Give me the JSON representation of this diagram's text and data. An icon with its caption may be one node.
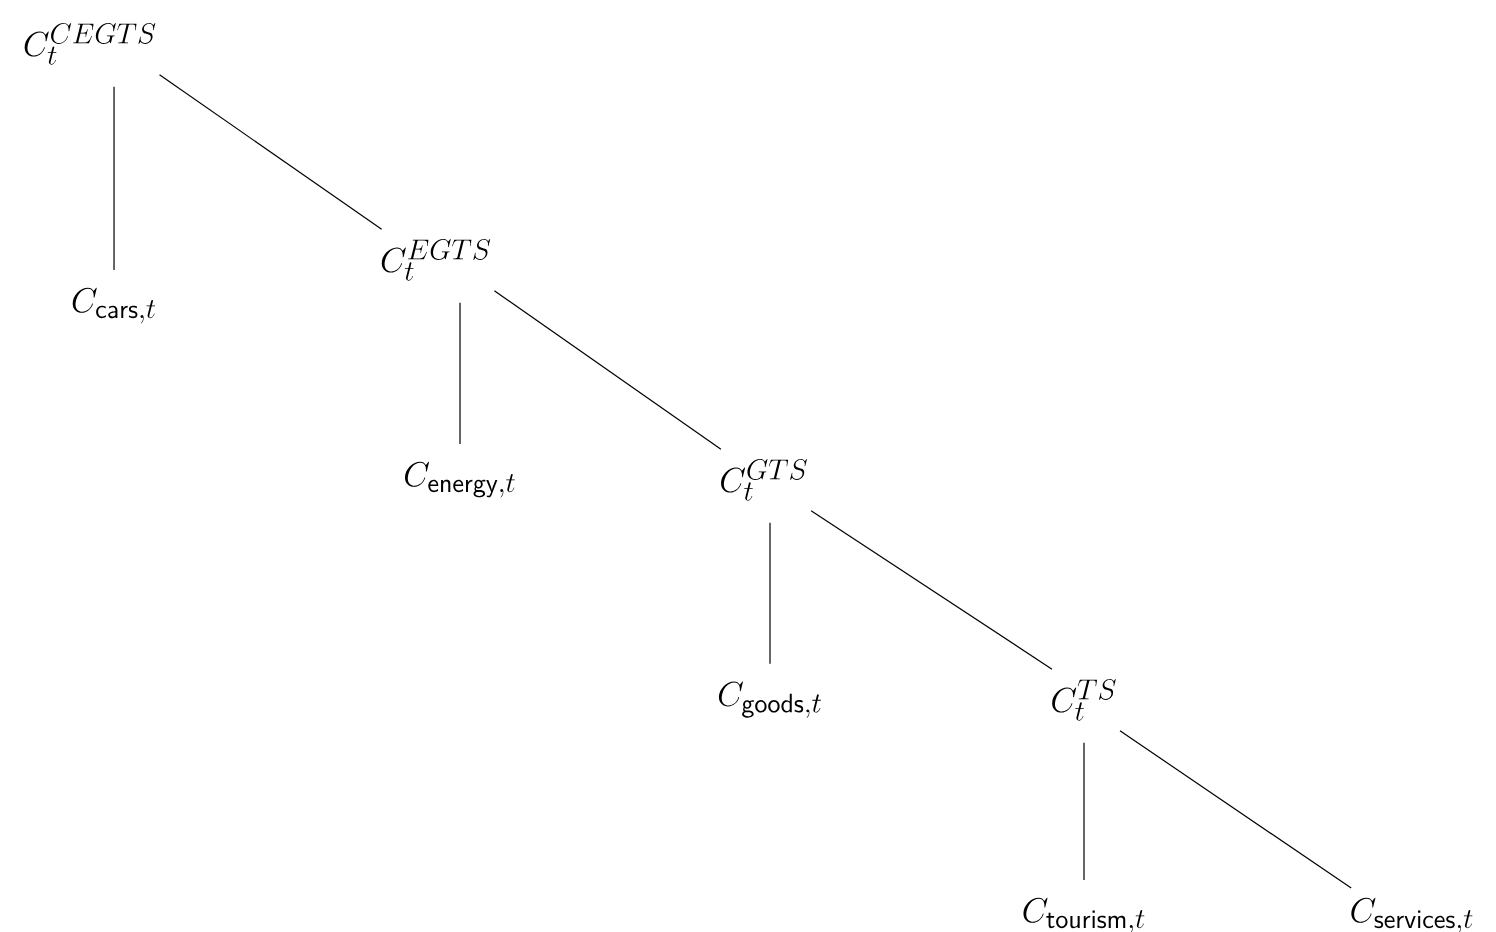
{
  "diagram": {
    "nodes": [
      {
        "text": [
          "C_t^{CEGTS}"
        ]
      },
      {
        "text": [
          "C_{\\mathsf{cars},t}"
        ]
      },
      {
        "text": [
          "C_t^{EGTS}"
        ]
      },
      {
        "text": [
          "C_{\\mathsf{energy},t}"
        ]
      },
      {
        "text": [
          "C_t^{GTS}"
        ]
      },
      {
        "text": [
          "C_{\\mathsf{goods},t}"
        ]
      },
      {
        "text": [
          "C_t^{TS}"
        ]
      },
      {
        "text": [
          "C_{\\mathsf{tourism},t}"
        ]
      },
      {
        "text": [
          "C_{\\mathsf{services},t}"
        ]
      }
    ],
    "edges": [
      {
        "from": 0,
        "to": 1,
        "arrow": "none"
      },
      {
        "from": 0,
        "to": 2,
        "arrow": "none"
      },
      {
        "from": 2,
        "to": 3,
        "arrow": "none"
      },
      {
        "from": 2,
        "to": 4,
        "arrow": "none"
      },
      {
        "from": 4,
        "to": 5,
        "arrow": "none"
      },
      {
        "from": 4,
        "to": 6,
        "arrow": "none"
      },
      {
        "from": 6,
        "to": 7,
        "arrow": "none"
      },
      {
        "from": 6,
        "to": 8,
        "arrow": "none"
      }
    ]
  }
}
